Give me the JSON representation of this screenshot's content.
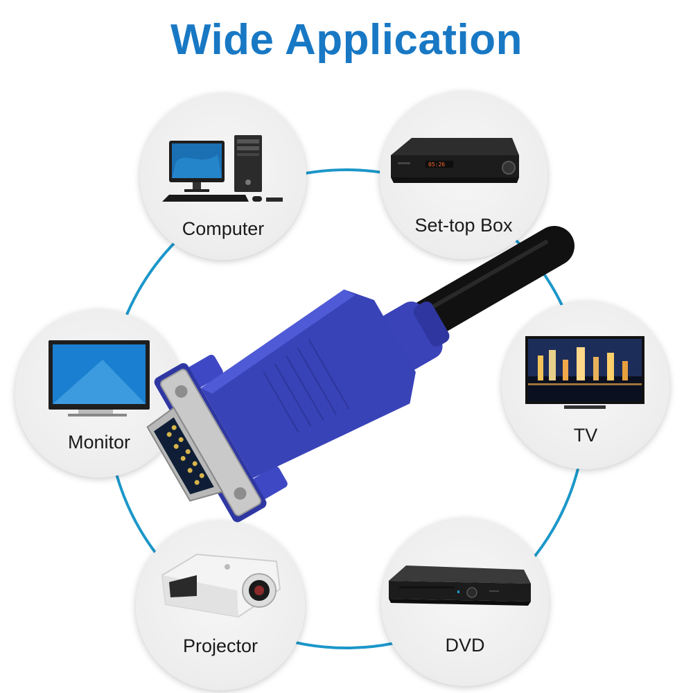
{
  "title": "Wide Application",
  "colors": {
    "title": "#1878c4",
    "ring": "#1c97c9",
    "connector": "#3440b0"
  },
  "devices": [
    {
      "id": "computer",
      "label": "Computer",
      "icon": "desktop-computer-icon"
    },
    {
      "id": "settop",
      "label": "Set-top Box",
      "icon": "set-top-box-icon"
    },
    {
      "id": "monitor",
      "label": "Monitor",
      "icon": "monitor-icon"
    },
    {
      "id": "tv",
      "label": "TV",
      "icon": "tv-icon"
    },
    {
      "id": "projector",
      "label": "Projector",
      "icon": "projector-icon"
    },
    {
      "id": "dvd",
      "label": "DVD",
      "icon": "dvd-player-icon"
    }
  ],
  "product": {
    "icon": "vga-connector-icon"
  }
}
